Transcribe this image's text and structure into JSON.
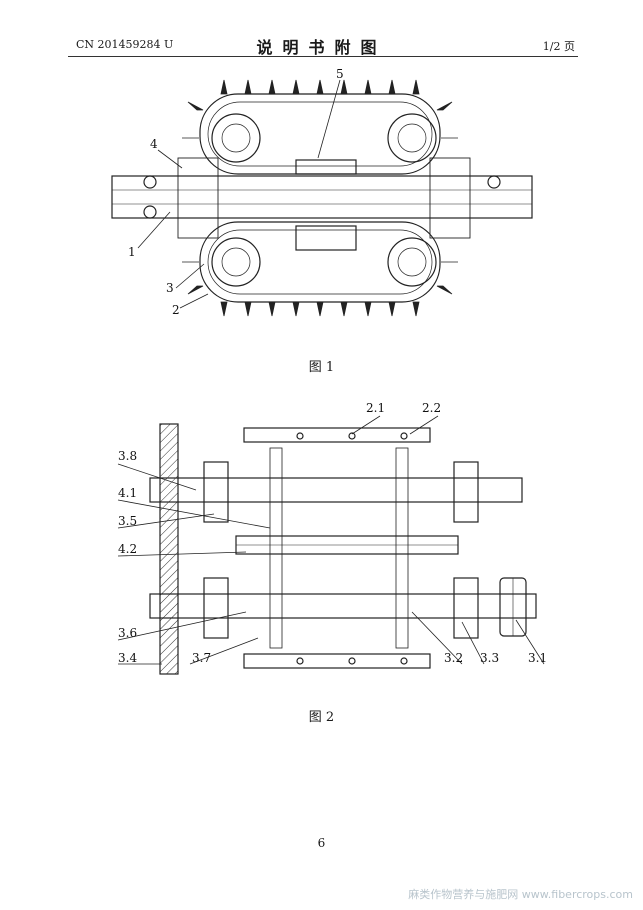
{
  "header": {
    "doc_number": "CN 201459284 U",
    "title": "说明书附图",
    "page_indicator": "1/2 页"
  },
  "figure1": {
    "caption": "图 1",
    "labels": [
      "5",
      "4",
      "1",
      "3",
      "2"
    ]
  },
  "figure2": {
    "caption": "图 2",
    "labels": [
      "2.1",
      "2.2",
      "3.8",
      "4.1",
      "3.5",
      "4.2",
      "3.6",
      "3.4",
      "3.7",
      "3.2",
      "3.3",
      "3.1"
    ]
  },
  "page_number": "6",
  "watermark": "麻类作物营养与施肥网 www.fibercrops.com"
}
